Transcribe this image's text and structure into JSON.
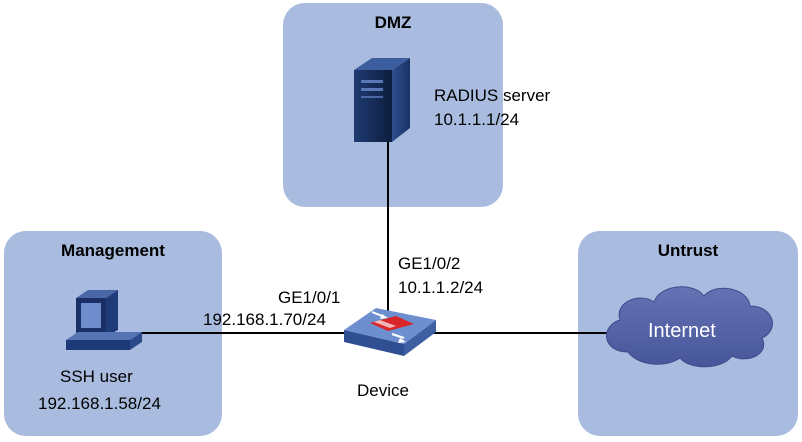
{
  "zones": {
    "dmz": {
      "title": "DMZ"
    },
    "management": {
      "title": "Management"
    },
    "untrust": {
      "title": "Untrust"
    }
  },
  "nodes": {
    "radius": {
      "name": "RADIUS server",
      "ip": "10.1.1.1/24"
    },
    "ssh_user": {
      "name": "SSH user",
      "ip": "192.168.1.58/24"
    },
    "device": {
      "name": "Device"
    },
    "internet": {
      "name": "Internet"
    }
  },
  "interfaces": {
    "ge1_0_1": {
      "name": "GE1/0/1",
      "ip": "192.168.1.70/24"
    },
    "ge1_0_2": {
      "name": "GE1/0/2",
      "ip": "10.1.1.2/24"
    }
  },
  "colors": {
    "zone_fill": "#a9bcdf",
    "cloud_fill": "#5566aa",
    "device_fill": "#5a7cc0",
    "device_accent": "#d9262a",
    "link": "#000000"
  }
}
